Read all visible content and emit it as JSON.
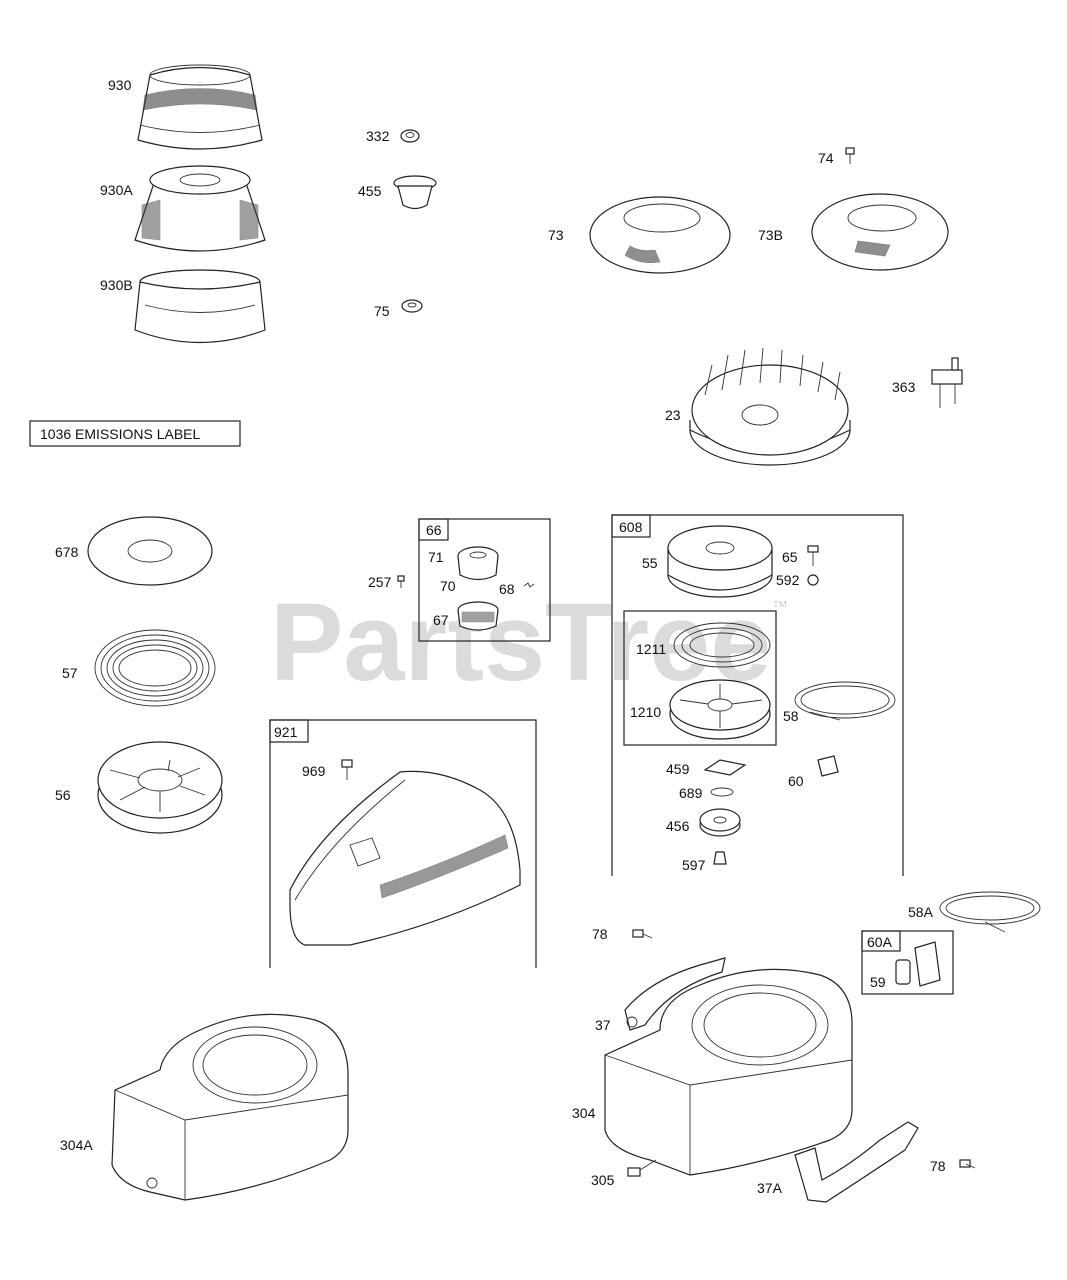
{
  "watermark": {
    "text": "PartsTree",
    "trademark": "™"
  },
  "labels": {
    "p930": "930",
    "p930a": "930A",
    "p930b": "930B",
    "p332": "332",
    "p455": "455",
    "p75": "75",
    "p74": "74",
    "p73": "73",
    "p73b": "73B",
    "p23": "23",
    "p363": "363",
    "emissions_label": "1036 EMISSIONS LABEL",
    "p678": "678",
    "p57": "57",
    "p56": "56",
    "p66": "66",
    "p71": "71",
    "p70": "70",
    "p68": "68",
    "p67": "67",
    "p257": "257",
    "p921": "921",
    "p969": "969",
    "p608": "608",
    "p55": "55",
    "p65": "65",
    "p592": "592",
    "p1211": "1211",
    "p1210": "1210",
    "p58": "58",
    "p459": "459",
    "p60": "60",
    "p689": "689",
    "p456": "456",
    "p597": "597",
    "p58a": "58A",
    "p60a": "60A",
    "p59": "59",
    "p78a": "78",
    "p37": "37",
    "p304": "304",
    "p305": "305",
    "p37a": "37A",
    "p78b": "78",
    "p304a": "304A"
  }
}
